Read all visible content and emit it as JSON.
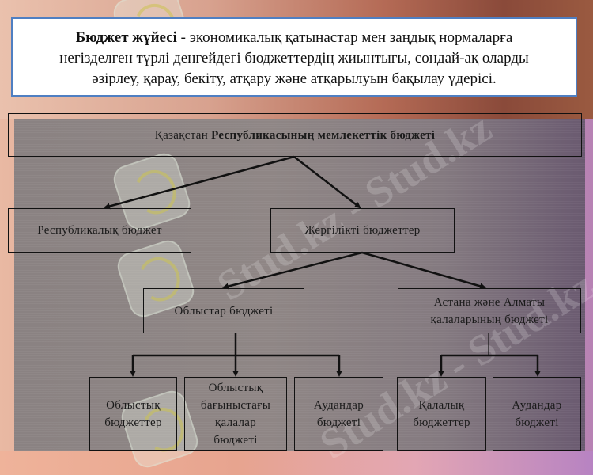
{
  "definition": {
    "term": "Бюджет жүйесі",
    "line1_rest": " - экономикалық қатынастар мен заңдық нормаларға",
    "line2": "негізделген түрлі денгейдегі бюджеттердің жиынтығы, сондай-ақ оларды",
    "line3": "әзірлеу, қарау, бекіту, атқару және атқарылуын бақылау үдерісі."
  },
  "diagram": {
    "root": {
      "part1": "Қазақстан",
      "part2": " Республикасының мемлекеттік бюджеті"
    },
    "level1": {
      "republican": "Республикалық бюджет",
      "local": "Жергілікті бюджеттер"
    },
    "level2": {
      "oblast": "Облыстар бюджеті",
      "cities": [
        "Астана және Алматы",
        "қалаларының бюджеті"
      ]
    },
    "level3": {
      "oblast_budgets": [
        "Облыстық",
        "бюджеттер"
      ],
      "subordinate_cities": [
        "Облыстық",
        "бағыныстағы",
        "қалалар",
        "бюджеті"
      ],
      "districts_a": [
        "Аудандар",
        "бюджеті"
      ],
      "city_budgets": [
        "Қалалық",
        "бюджеттер"
      ],
      "districts_b": [
        "Аудандар",
        "бюджеті"
      ]
    }
  },
  "watermark": "Stud.kz - Stud.kz",
  "colors": {
    "definition_border": "#4f7fc2",
    "panel": "#8a8282",
    "line": "#111111"
  }
}
